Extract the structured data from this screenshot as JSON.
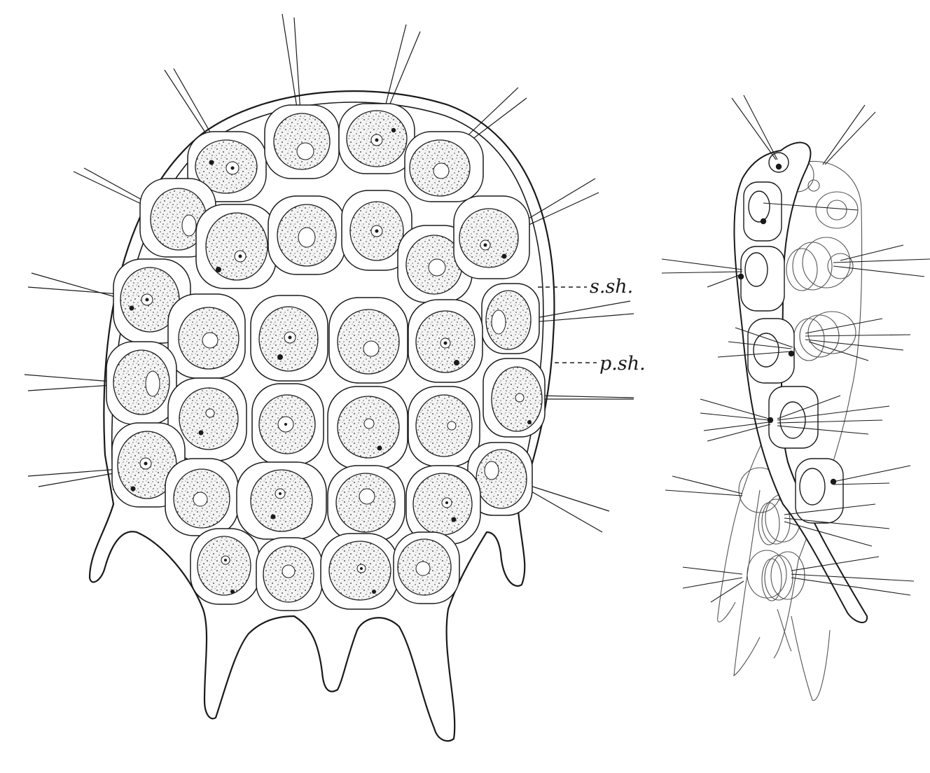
{
  "figure": {
    "label_ssh": "s.sh.",
    "label_psh": "p.sh.",
    "colors": {
      "ink": "#1a1a1a",
      "paper": "#ffffff",
      "stipple": "#2a2a2a",
      "cell_fill": "#f6f6f6"
    },
    "cell_count_left": 32,
    "cell_count_right_front": 5,
    "cell_count_right_back": 9
  }
}
